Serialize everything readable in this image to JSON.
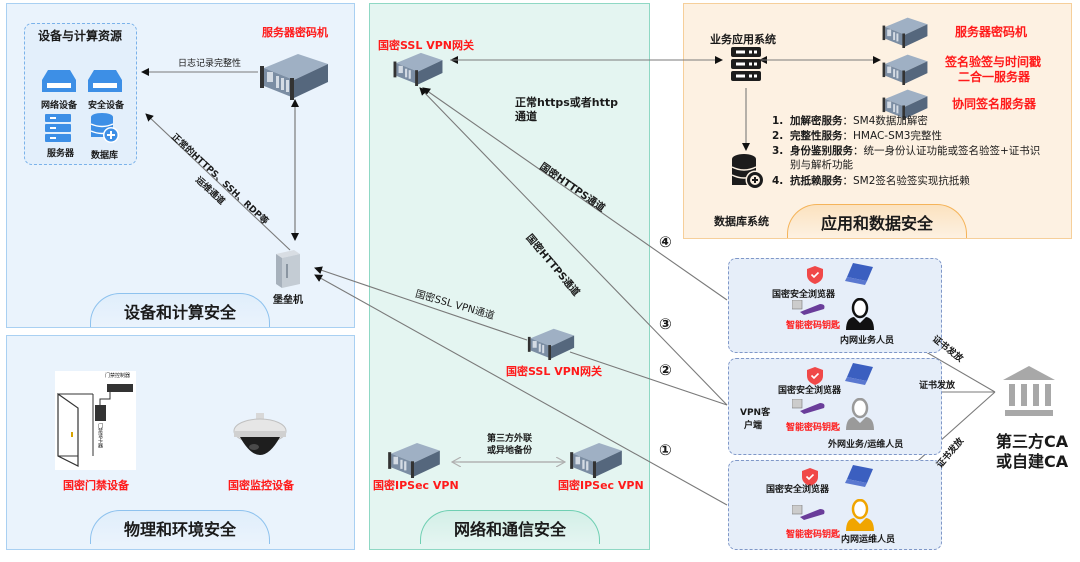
{
  "panels": {
    "device_compute": {
      "title": "设备和计算安全",
      "resource_group_title": "设备与计算资源",
      "resources": [
        {
          "label": "网络设备",
          "icon": "network-device-icon"
        },
        {
          "label": "安全设备",
          "icon": "security-device-icon"
        },
        {
          "label": "服务器",
          "icon": "server-icon"
        },
        {
          "label": "数据库",
          "icon": "database-icon"
        }
      ],
      "server_crypto_label": "服务器密码机",
      "log_integrity_label": "日志记录完整性",
      "ops_channel_label_line1": "正常的HTTPS、SSH、RDP等",
      "ops_channel_label_line2": "运维通道",
      "bastion_label": "堡垒机"
    },
    "physical_env": {
      "title": "物理和环境安全",
      "access_control_label": "国密门禁设备",
      "access_controller_caption": "门禁控制器",
      "card_reader_caption": "门禁读卡器",
      "surveillance_label": "国密监控设备"
    },
    "network_comm": {
      "title": "网络和通信安全",
      "ssl_vpn_top_label": "国密SSL VPN网关",
      "normal_channel_label_line1": "正常https或者http",
      "normal_channel_label_line2": "通道",
      "https_channel_label_1": "国密HTTPS通道",
      "https_channel_label_2": "国密HTTPS通道",
      "ssl_vpn_channel_label": "国密SSL VPN通道",
      "ssl_vpn_mid_label": "国密SSL VPN网关",
      "third_party_label_line1": "第三方外联",
      "third_party_label_line2": "或异地备份",
      "ipsec_left_label": "国密IPSec VPN",
      "ipsec_right_label": "国密IPSec VPN"
    },
    "app_data": {
      "title": "应用和数据安全",
      "business_app_label": "业务应用系统",
      "database_system_label": "数据库系统",
      "servers": [
        {
          "label": "服务器密码机"
        },
        {
          "label_line1": "签名验签与时间戳",
          "label_line2": "二合一服务器"
        },
        {
          "label": "协同签名服务器"
        }
      ],
      "services": [
        {
          "num": "1.",
          "name": "加解密服务",
          "desc": "：SM4数据加解密"
        },
        {
          "num": "2.",
          "name": "完整性服务",
          "desc": "：HMAC-SM3完整性"
        },
        {
          "num": "3.",
          "name": "身份鉴别服务",
          "desc": "：统一身份认证功能或签名验签+证书识",
          "desc2": "别与解析功能"
        },
        {
          "num": "4.",
          "name": "抗抵赖服务",
          "desc": "：SM2签名验签实现抗抵赖"
        }
      ]
    }
  },
  "users": [
    {
      "browser_label": "国密安全浏览器",
      "key_label": "智能密码钥匙",
      "role_label": "内网业务人员",
      "avatar_color": "#111111"
    },
    {
      "browser_label": "国密安全浏览器",
      "key_label": "智能密码钥匙",
      "role_label": "外网业务/运维人员",
      "vpn_client_label_line1": "VPN客",
      "vpn_client_label_line2": "户端",
      "avatar_color": "#9a9a9a"
    },
    {
      "browser_label": "国密安全浏览器",
      "key_label": "智能密码钥匙",
      "role_label": "内网运维人员",
      "avatar_color": "#f0a500"
    }
  ],
  "paths": [
    "①",
    "②",
    "③",
    "④"
  ],
  "ca": {
    "label_line1": "第三方CA",
    "label_line2": "或自建CA",
    "issue_label_top": "证书发放",
    "issue_label_mid": "证书发放",
    "issue_label_bottom": "证书发放"
  },
  "colors": {
    "accent_red": "#ff1a1a",
    "panel_blue": "#eaf3fc",
    "panel_green": "#e4f5f1",
    "panel_orange": "#fdf1e2"
  }
}
